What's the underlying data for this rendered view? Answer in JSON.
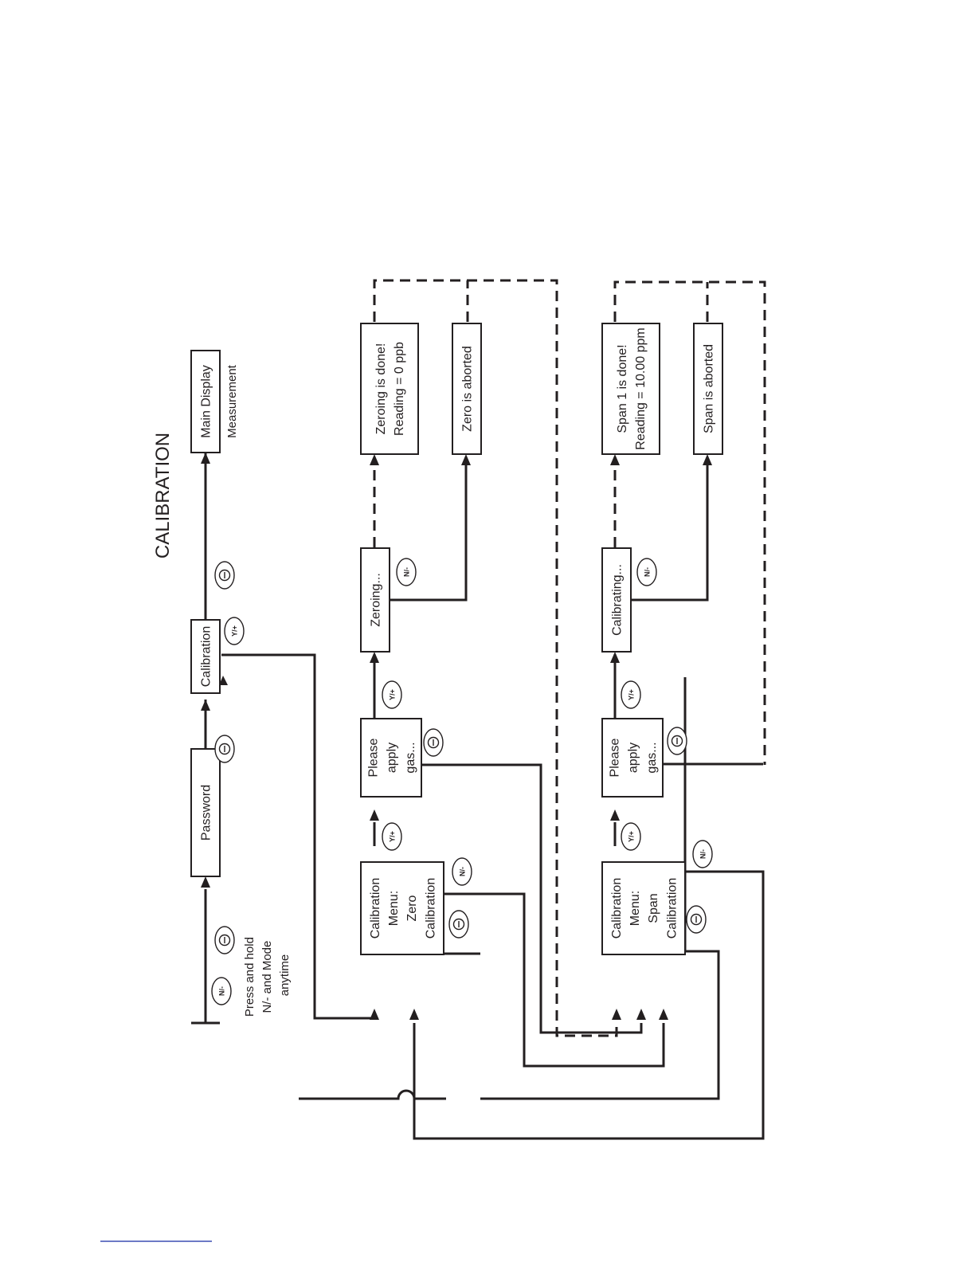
{
  "title": "CALIBRATION",
  "boxes": {
    "password": [
      "Password"
    ],
    "calibration": [
      "Calibration"
    ],
    "main_display": [
      "Main Display"
    ],
    "zero_menu": [
      "Calibration",
      "Menu:",
      "Zero",
      "Calibration"
    ],
    "zero_apply": [
      "Please",
      "apply",
      "gas..."
    ],
    "zeroing": [
      "Zeroing..."
    ],
    "zero_done": [
      "Zeroing is done!",
      "Reading = 0 ppb"
    ],
    "zero_aborted": [
      "Zero is aborted"
    ],
    "span_menu": [
      "Calibration",
      "Menu:",
      "Span",
      "Calibration"
    ],
    "span_apply": [
      "Please",
      "apply",
      "gas..."
    ],
    "calibrating": [
      "Calibrating..."
    ],
    "span_done": [
      "Span 1 is done!",
      "Reading = 10.00 ppm"
    ],
    "span_aborted": [
      "Span is aborted"
    ]
  },
  "labels": {
    "measurement": "Measurement",
    "press_hold": [
      "Press and hold",
      "N/- and Mode",
      "anytime"
    ]
  },
  "keys": {
    "mode": "",
    "yes": "Y/+",
    "no": "N/-"
  }
}
